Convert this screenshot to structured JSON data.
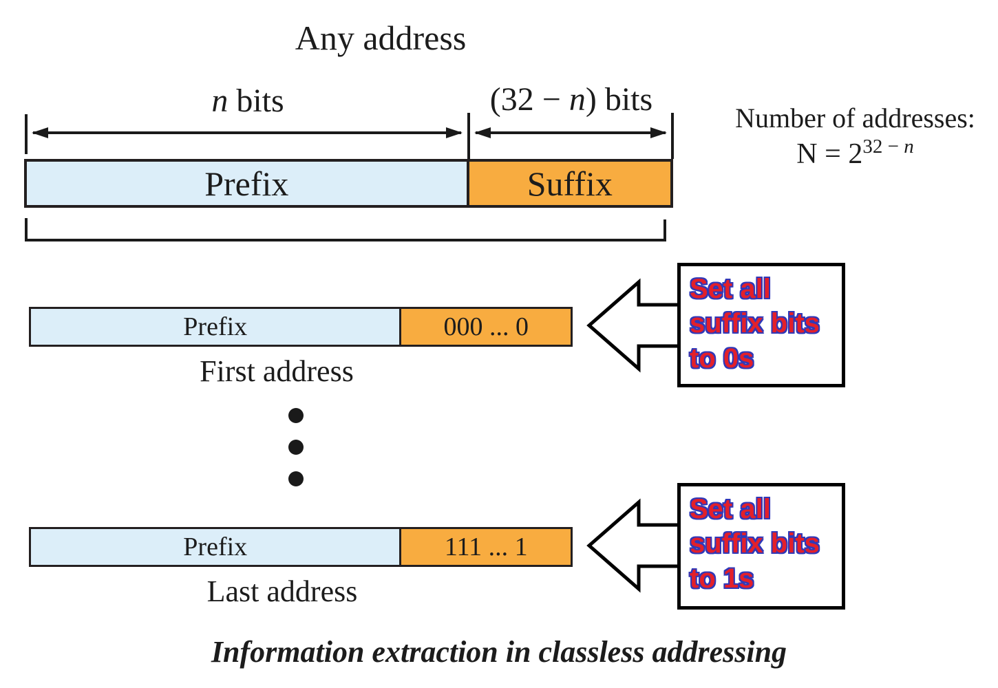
{
  "colors": {
    "prefix_fill": "#dceef9",
    "suffix_fill": "#f8ac40",
    "bar_border": "#231f20",
    "callout_text_red": "#e3202a",
    "callout_outline_blue": "#3038b8"
  },
  "header": {
    "title": "Any address"
  },
  "dimensions": {
    "prefix_bits": {
      "n": "n",
      "rest": " bits"
    },
    "suffix_bits": {
      "open": "(32 − ",
      "n": "n",
      "close": ") bits"
    }
  },
  "address_bar": {
    "prefix": "Prefix",
    "suffix": "Suffix"
  },
  "note": {
    "title": "Number of addresses:",
    "formula_base": "N = 2",
    "exponent_num": "32 − ",
    "exponent_var": "n"
  },
  "first_address": {
    "prefix": "Prefix",
    "suffix_bits": "000 ... 0",
    "label": "First address"
  },
  "last_address": {
    "prefix": "Prefix",
    "suffix_bits": "111 ... 1",
    "label": "Last address"
  },
  "callouts": {
    "first": {
      "line1": "Set all",
      "line2": "suffix bits",
      "line3": "to 0s"
    },
    "last": {
      "line1": "Set all",
      "line2": "suffix bits",
      "line3": "to 1s"
    }
  },
  "caption": {
    "text": "Information extraction in classless addressing"
  }
}
